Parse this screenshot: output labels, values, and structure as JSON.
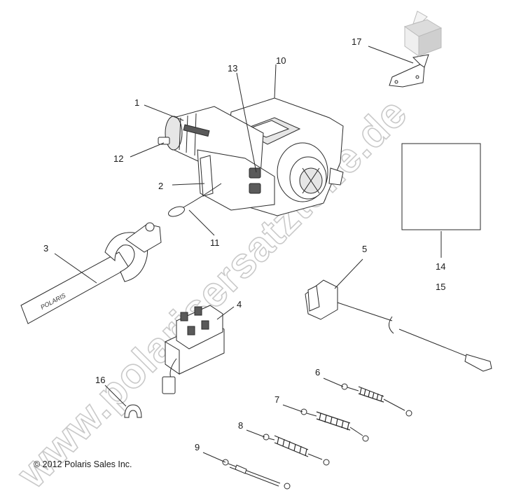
{
  "watermark": "www.polarisersatzteile.de",
  "copyright": "© 2012 Polaris Sales Inc.",
  "brand_mark": "POLARIS",
  "callouts": [
    "1",
    "2",
    "3",
    "4",
    "5",
    "6",
    "7",
    "8",
    "9",
    "10",
    "11",
    "12",
    "13",
    "14",
    "15",
    "16",
    "17"
  ]
}
